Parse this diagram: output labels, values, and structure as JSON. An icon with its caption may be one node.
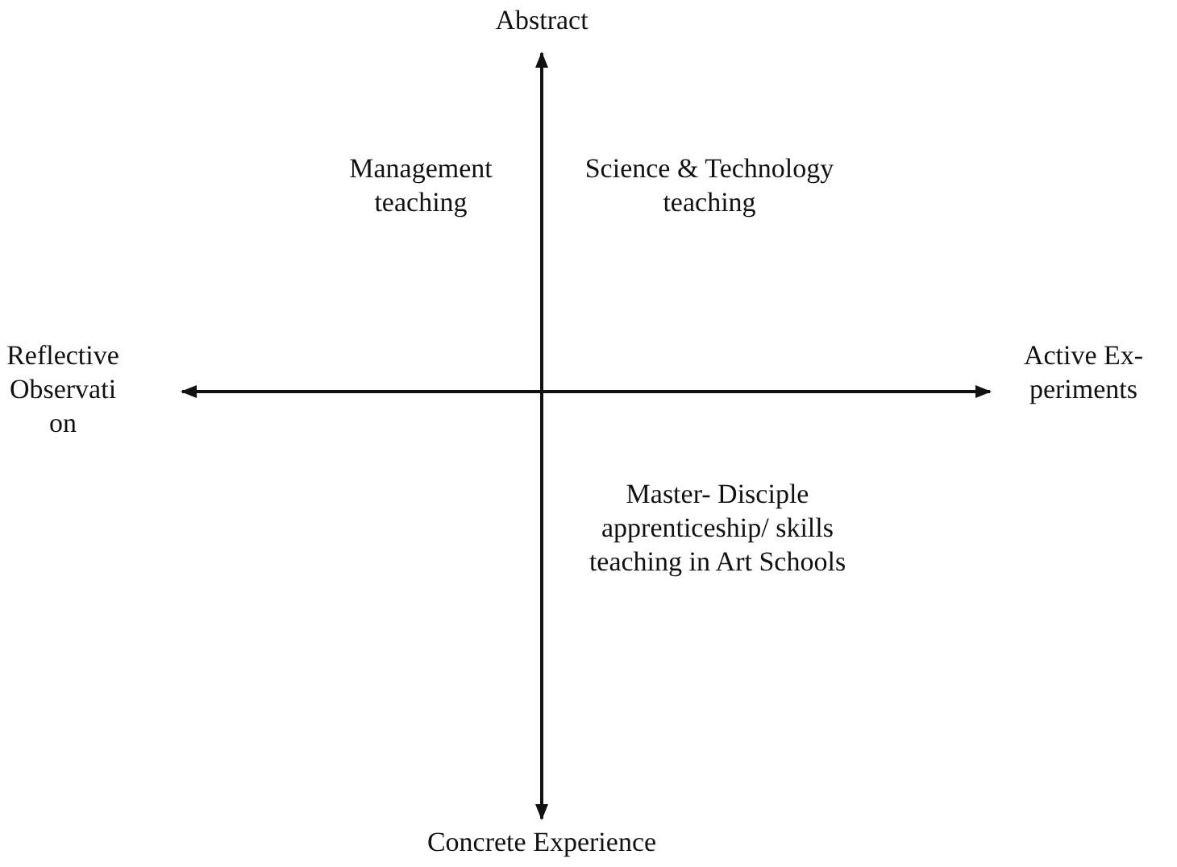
{
  "diagram": {
    "labels": [
      "Abstract",
      "Management teaching",
      "Science & Technology teaching",
      "Reflective Observati on",
      "Active Ex- periments",
      "Master- Disciple apprenticeship/ skills teaching in Art Schools",
      "Concrete Experience"
    ]
  }
}
